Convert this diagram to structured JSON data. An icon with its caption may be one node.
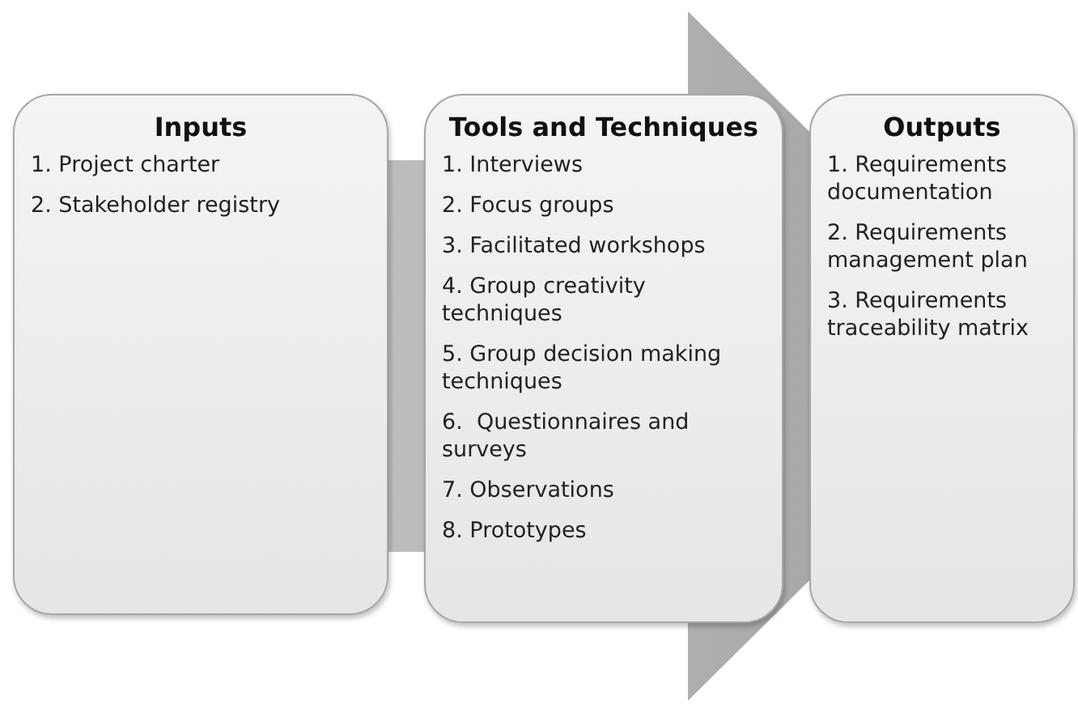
{
  "diagram": {
    "nodes": [
      {
        "text": [
          "Inputs",
          "1. Project charter",
          "2. Stakeholder registry"
        ]
      },
      {
        "text": [
          "Tools and Techniques",
          "1. Interviews",
          "2. Focus groups",
          "3. Facilitated workshops",
          "4. Group creativity techniques",
          "5. Group decision making techniques",
          "6.  Questionnaires and surveys",
          "7. Observations",
          "8. Prototypes"
        ]
      },
      {
        "text": [
          "Outputs",
          "1. Requirements documentation",
          "2. Requirements management plan",
          "3. Requirements traceability matrix"
        ]
      }
    ],
    "edges": [
      {
        "from": 0,
        "to": 2,
        "arrow": "to",
        "style": "thick"
      }
    ]
  }
}
